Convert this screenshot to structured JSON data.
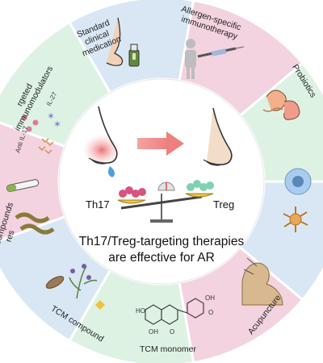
{
  "segments": [
    {
      "label_lines": [
        "Allergen-specific",
        "immunotherapy"
      ],
      "icon": "injection-person-icon"
    },
    {
      "label_lines": [
        "Probiotics"
      ],
      "icon": "intestine-icon"
    },
    {
      "label_lines": [],
      "icon": "immune-cells-icon"
    },
    {
      "label_lines": [
        "Acupuncture"
      ],
      "icon": "acupuncture-bust-icon"
    },
    {
      "label_lines": [
        "TCM monomer"
      ],
      "icon": "chemical-structure-icon"
    },
    {
      "label_lines": [
        "TCM compound"
      ],
      "icon": "herbs-icon"
    },
    {
      "label_lines": [
        "tional compounds",
        "res"
      ],
      "icon": "natural-compound-icon"
    },
    {
      "label_lines": [
        "rgeted",
        "immunomodulators"
      ],
      "icon": "antibody-icon"
    },
    {
      "label_lines": [
        "Standard",
        "clinical",
        "medication"
      ],
      "icon": "nose-spray-icon"
    }
  ],
  "segment_colors": [
    "#f3d3df",
    "#ddf2e3",
    "#d9e7f4",
    "#f3d3df",
    "#ddf2e3",
    "#d9e7f4",
    "#f3d3df",
    "#ddf2e3",
    "#d9e7f4"
  ],
  "immuno_sublabels": {
    "il27": "IL-27",
    "anti_il17": "Anti IL-17"
  },
  "center": {
    "line1": "Th17/Treg-targeting therapies",
    "line2": "are effective for AR",
    "left_label": "Th17",
    "right_label": "Treg"
  }
}
